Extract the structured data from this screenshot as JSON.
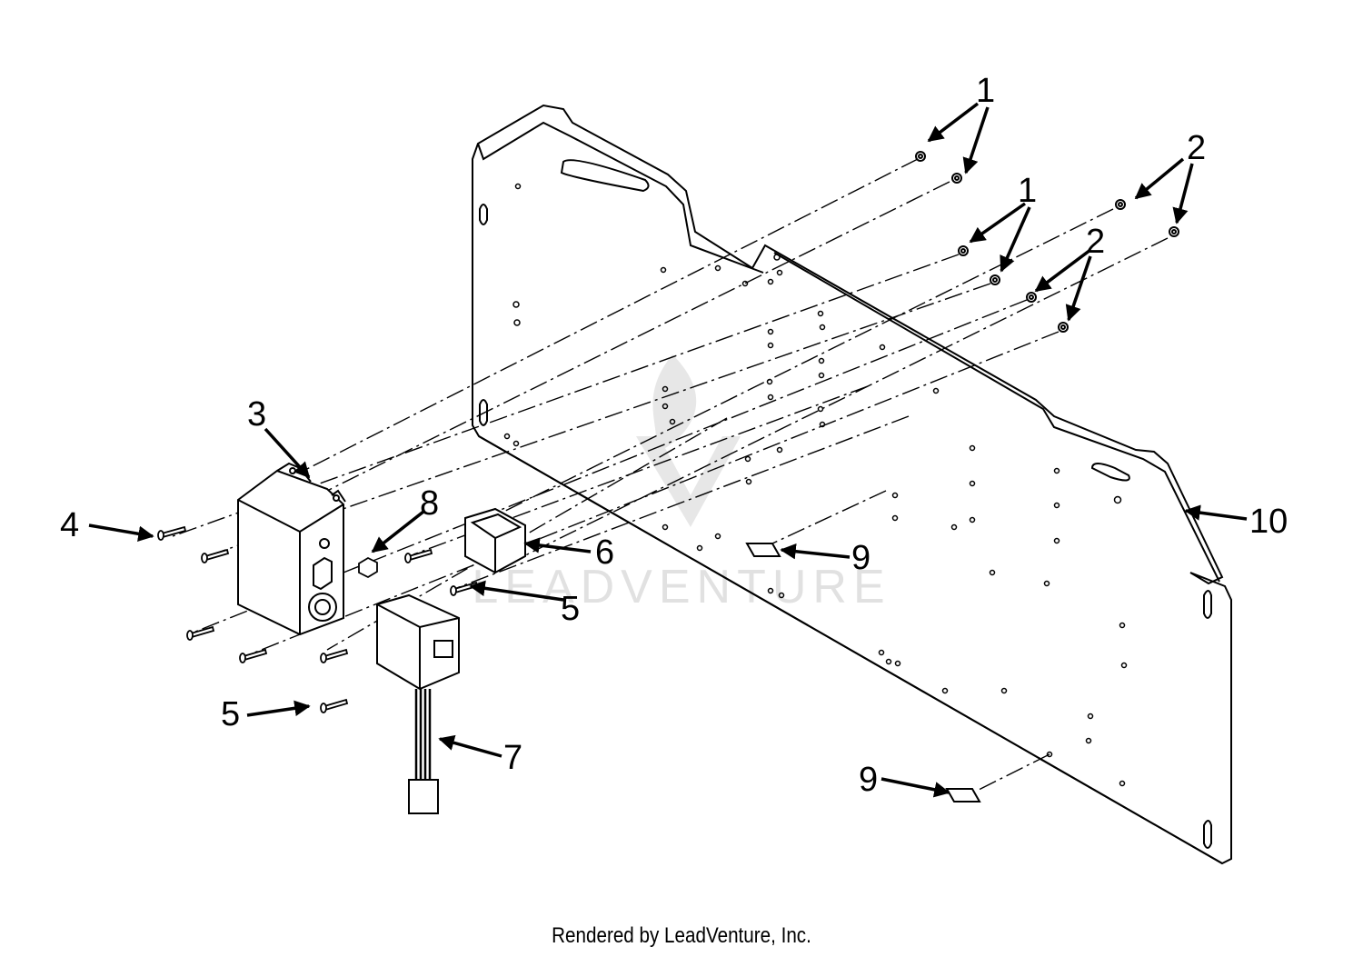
{
  "callouts": [
    {
      "id": "1a",
      "label": "1"
    },
    {
      "id": "1b",
      "label": "1"
    },
    {
      "id": "2a",
      "label": "2"
    },
    {
      "id": "2b",
      "label": "2"
    },
    {
      "id": "3",
      "label": "3"
    },
    {
      "id": "4",
      "label": "4"
    },
    {
      "id": "5a",
      "label": "5"
    },
    {
      "id": "5b",
      "label": "5"
    },
    {
      "id": "6",
      "label": "6"
    },
    {
      "id": "7",
      "label": "7"
    },
    {
      "id": "8",
      "label": "8"
    },
    {
      "id": "9a",
      "label": "9"
    },
    {
      "id": "9b",
      "label": "9"
    },
    {
      "id": "10",
      "label": "10"
    }
  ],
  "watermark": {
    "text": "LEADVENTURE"
  },
  "footer": {
    "text": "Rendered by LeadVenture, Inc."
  }
}
